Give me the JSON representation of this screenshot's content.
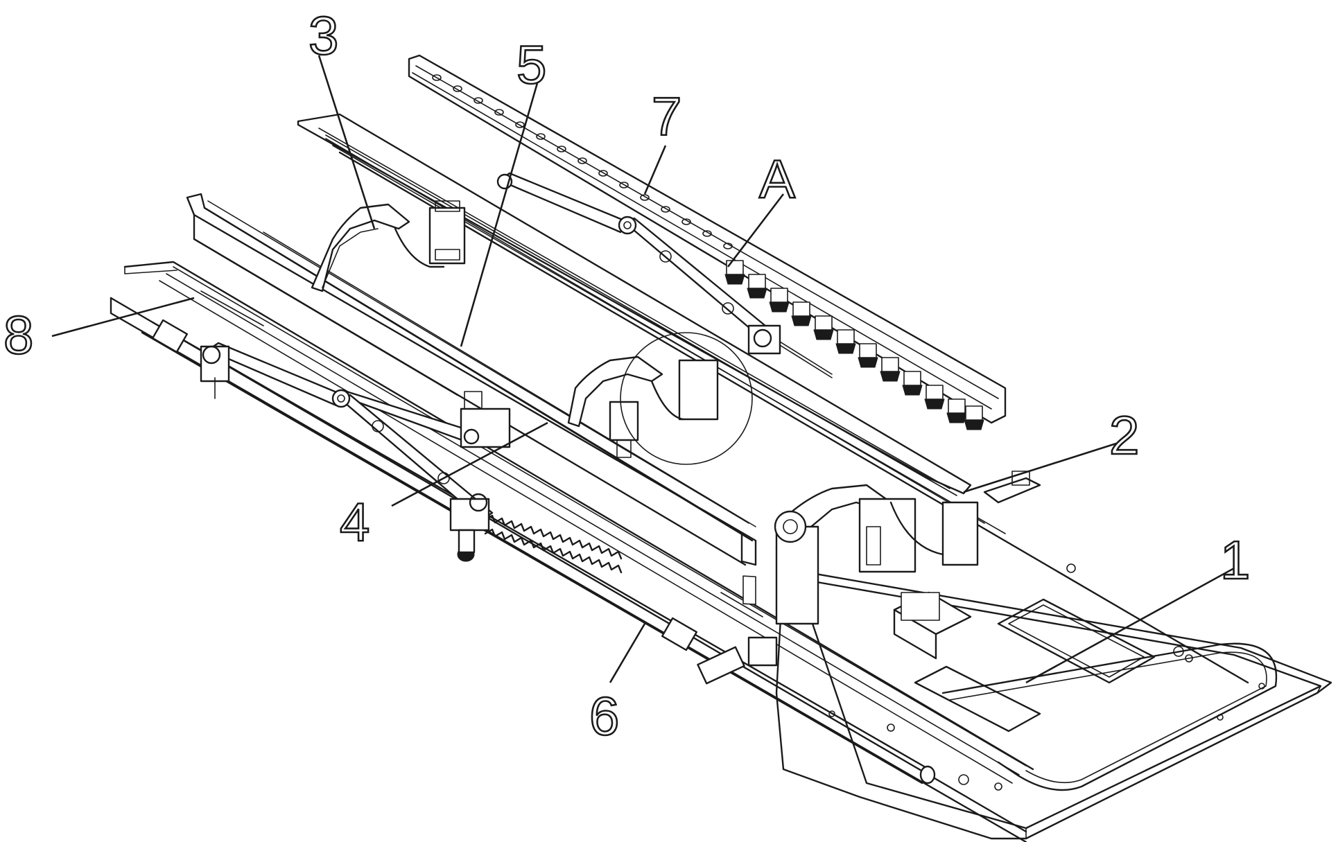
{
  "figure": {
    "callouts": [
      {
        "id": "c1",
        "text": "1"
      },
      {
        "id": "c2",
        "text": "2"
      },
      {
        "id": "c3",
        "text": "3"
      },
      {
        "id": "c4",
        "text": "4"
      },
      {
        "id": "c5",
        "text": "5"
      },
      {
        "id": "c6",
        "text": "6"
      },
      {
        "id": "c7",
        "text": "7"
      },
      {
        "id": "c8",
        "text": "8"
      },
      {
        "id": "cA",
        "text": "A"
      }
    ]
  }
}
